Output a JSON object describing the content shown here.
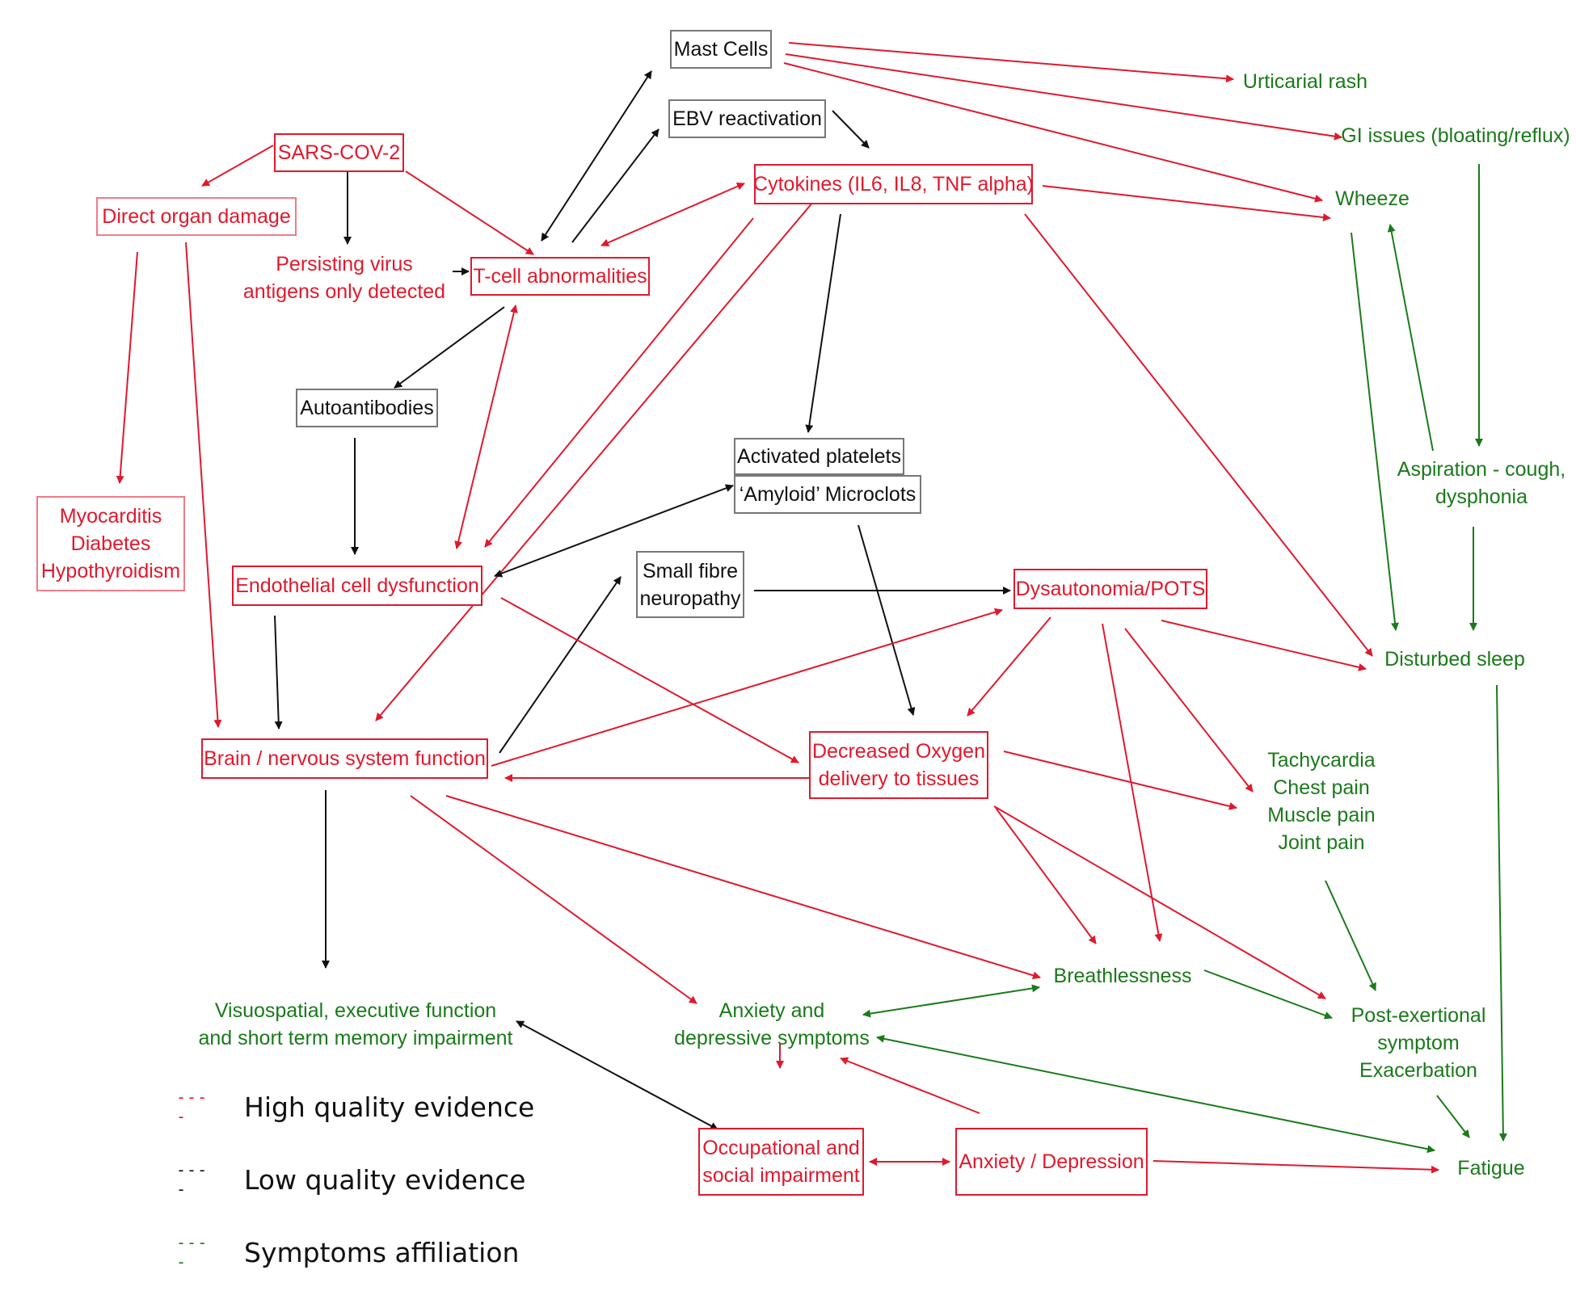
{
  "colors": {
    "high": "#e0192d",
    "low": "#111111",
    "symptom": "#1a7a1a"
  },
  "nodes": {
    "mast_cells": "Mast Cells",
    "ebv": "EBV reactivation",
    "sars": "SARS-COV-2",
    "direct_damage": "Direct organ damage",
    "persisting": [
      "Persisting  virus",
      "antigens only  detected"
    ],
    "tcell": "T-cell abnormalities",
    "cytokines": "Cytokines (IL6, IL8, TNF alpha)",
    "autoantibodies": "Autoantibodies",
    "platelets": "Activated platelets",
    "microclots": "‘Amyloid’ Microclots",
    "organ_conditions": [
      "Myocarditis",
      "Diabetes",
      "Hypothyroidism"
    ],
    "endothelial": "Endothelial cell dysfunction",
    "small_fibre": [
      "Small fibre",
      "neuropathy"
    ],
    "dysautonomia": "Dysautonomia/POTS",
    "brain": "Brain / nervous system function",
    "oxygen": [
      "Decreased Oxygen",
      "delivery to tissues"
    ],
    "occupational": [
      "Occupational and",
      "social impairment"
    ],
    "anxiety_depression": "Anxiety / Depression"
  },
  "symptoms": {
    "urticarial": "Urticarial rash",
    "gi": "GI issues (bloating/reflux)",
    "wheeze": "Wheeze",
    "aspiration": [
      "Aspiration - cough,",
      "dysphonia"
    ],
    "sleep": "Disturbed sleep",
    "cardio": [
      "Tachycardia",
      "Chest pain",
      "Muscle pain",
      "Joint pain"
    ],
    "breathlessness": "Breathlessness",
    "cognitive": [
      "Visuospatial, executive function",
      "and short term memory impairment"
    ],
    "anxiety_symptoms": [
      "Anxiety and",
      "depressive symptoms"
    ],
    "pesm": [
      "Post-exertional",
      "symptom",
      "Exacerbation"
    ],
    "fatigue": "Fatigue"
  },
  "legend": [
    {
      "dash": "----",
      "label": "High quality evidence",
      "color": "#e0192d"
    },
    {
      "dash": "----",
      "label": "Low quality evidence",
      "color": "#111111"
    },
    {
      "dash": "----",
      "label": "Symptoms affiliation",
      "color": "#1a7a1a"
    }
  ]
}
